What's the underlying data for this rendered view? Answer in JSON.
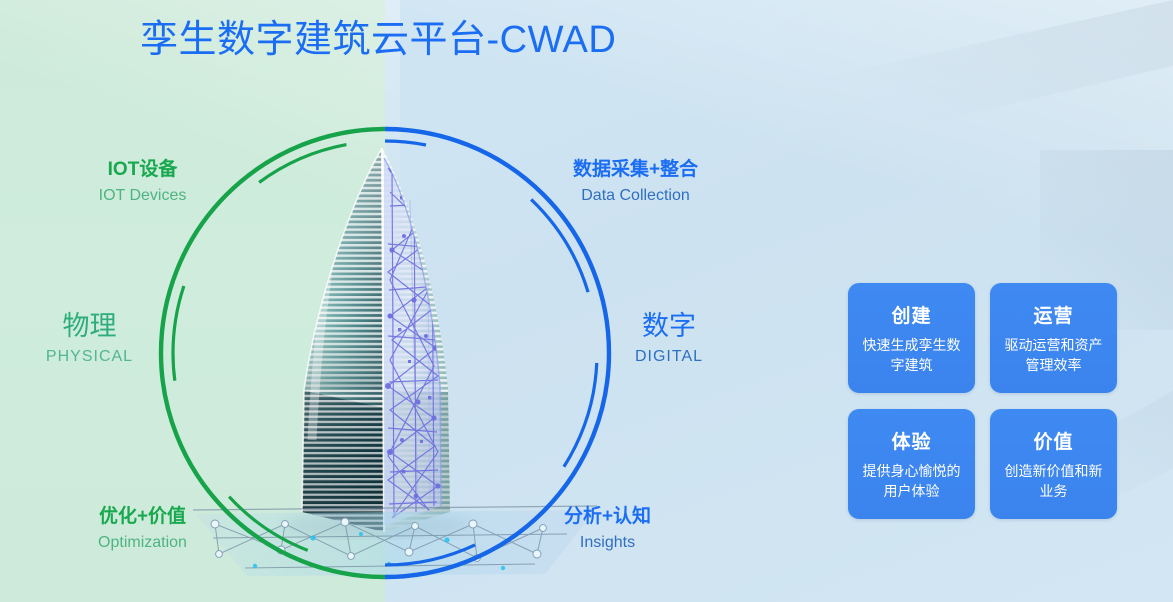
{
  "page": {
    "title": "孪生数字建筑云平台-CWAD",
    "title_color": "#1b6ef3"
  },
  "colors": {
    "green_accent": "#18a84e",
    "green_soft": "#4fb482",
    "blue_accent": "#1b6ef3",
    "blue_soft": "#2f6fc2",
    "card_blue": "#3d87f0",
    "bg_left": "#cdeada",
    "bg_right": "#cfe5f3",
    "mesh_purple": "#6f6fe0"
  },
  "diagram": {
    "left_side": {
      "cn": "物理",
      "en": "PHYSICAL"
    },
    "right_side": {
      "cn": "数字",
      "en": "DIGITAL"
    },
    "ring_labels": [
      {
        "key": "iot",
        "cn": "IOT设备",
        "en": "IOT Devices",
        "tone": "green"
      },
      {
        "key": "data",
        "cn": "数据采集+整合",
        "en": "Data Collection",
        "tone": "blue"
      },
      {
        "key": "optimization",
        "cn": "优化+价值",
        "en": "Optimization",
        "tone": "green"
      },
      {
        "key": "insights",
        "cn": "分析+认知",
        "en": "Insights",
        "tone": "blue"
      }
    ],
    "center_visual": "twin-building-physical-digital"
  },
  "cards": [
    {
      "title": "创建",
      "desc": "快速生成孪生数字建筑"
    },
    {
      "title": "运营",
      "desc": "驱动运营和资产管理效率"
    },
    {
      "title": "体验",
      "desc": "提供身心愉悦的用户体验"
    },
    {
      "title": "价值",
      "desc": "创造新价值和新业务"
    }
  ]
}
